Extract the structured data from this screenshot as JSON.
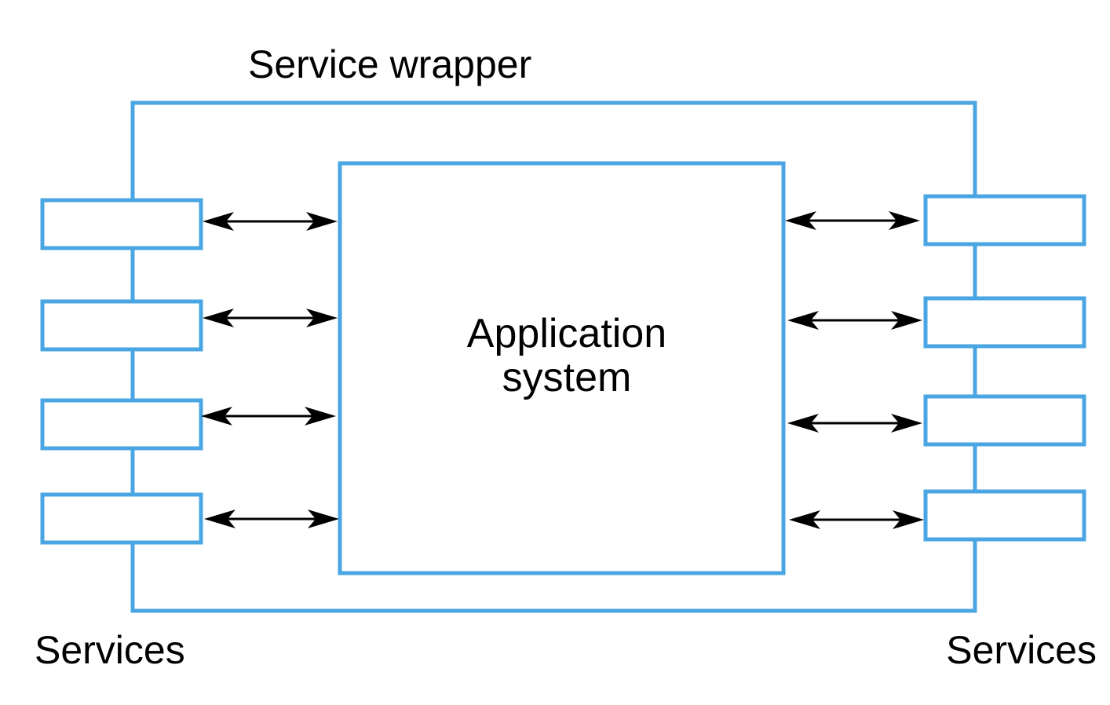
{
  "diagram": {
    "wrapper_label": "Service wrapper",
    "app_label_line1": "Application",
    "app_label_line2": "system",
    "left_label": "Services",
    "right_label": "Services",
    "colors": {
      "box_stroke": "#4aa6e2",
      "arrow": "#000000",
      "text": "#000000"
    }
  }
}
